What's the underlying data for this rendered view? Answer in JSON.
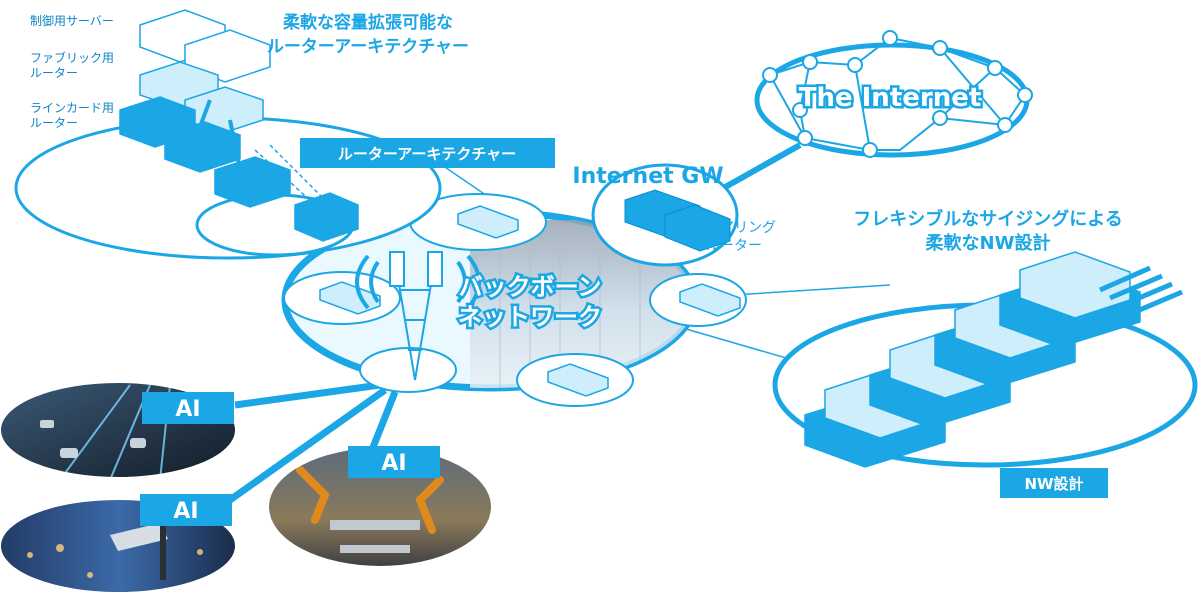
{
  "colors": {
    "primary": "#1ba6e6",
    "primary_dark": "#0a8fd0",
    "light_blue": "#cfeefb",
    "pale_blue": "#e9f8ff",
    "text_dark": "#0d86c8",
    "white": "#ffffff"
  },
  "router_arch": {
    "title": "柔軟な容量拡張可能な\nルーターアーキテクチャー",
    "label_control": "制御用サーバー",
    "label_fabric": "ファブリック用\nルーター",
    "label_linecard": "ラインカード用\nルーター",
    "banner": "ルーターアーキテクチャー"
  },
  "internet": {
    "title": "The Internet",
    "gw_label": "Internet GW",
    "peering_label": "ピアリング\nルーター"
  },
  "backbone": {
    "label": "バックボーン\nネットワーク"
  },
  "nw_design": {
    "title": "フレキシブルなサイジングによる\n柔軟なNW設計",
    "banner": "NW設計"
  },
  "ai_labels": [
    "AI",
    "AI",
    "AI"
  ],
  "photos": [
    {
      "subject": "highway-traffic-photo"
    },
    {
      "subject": "security-camera-photo"
    },
    {
      "subject": "factory-robot-arms-photo"
    }
  ]
}
